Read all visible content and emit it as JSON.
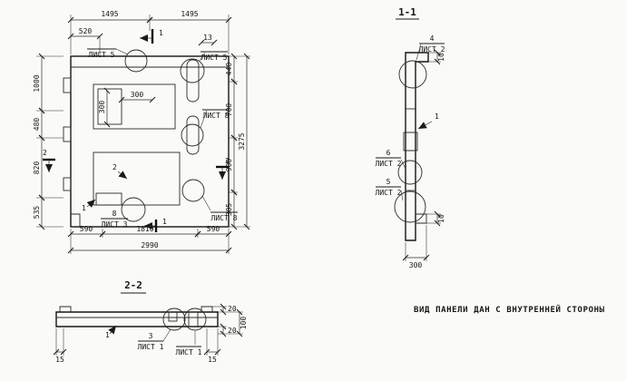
{
  "note": "ВИД ПАНЕЛИ ДАН С ВНУТРЕННЕЙ СТОРОНЫ",
  "plan": {
    "dim_1495_left": "1495",
    "dim_1495_right": "1495",
    "dim_520": "520",
    "dim_13": "13",
    "dim_440": "440",
    "dim_700": "700",
    "dim_900": "900",
    "dim_305": "305",
    "dim_3275": "3275",
    "dim_1000": "1000",
    "dim_480": "480",
    "dim_820": "820",
    "dim_535": "535",
    "dim_300_v": "300",
    "dim_300_h": "300",
    "dim_590_left": "590",
    "dim_1810": "1810",
    "dim_590_right": "590",
    "dim_2990": "2990",
    "marker_1_top": "1",
    "marker_1_bottom": "1",
    "marker_2_left": "2",
    "marker_2_right": "2",
    "leader_1": "1",
    "leader_2": "2",
    "callouts": {
      "top_left": {
        "num": "",
        "sheet": "ЛИСТ 5"
      },
      "top_right": {
        "num": "",
        "sheet": "ЛИСТ 5"
      },
      "mid_right": {
        "num": "",
        "sheet": "ЛИСТ 8"
      },
      "bottom_center": {
        "num": "8",
        "sheet": "ЛИСТ 3"
      },
      "bottom_right": {
        "num": "",
        "sheet": "ЛИСТ 8"
      }
    }
  },
  "section_1_1": {
    "title": "1-1",
    "callout_4": {
      "num": "4",
      "sheet": "ЛИСТ 2"
    },
    "callout_6": {
      "num": "6",
      "sheet": "ЛИСТ 2"
    },
    "callout_5": {
      "num": "5",
      "sheet": "ЛИСТ 2"
    },
    "leader_1": "1",
    "dim_10_top": "10",
    "dim_10_bottom": "10",
    "dim_300": "300"
  },
  "section_2_2": {
    "title": "2-2",
    "leader_1": "1",
    "callout_3": {
      "num": "3",
      "sheet": "ЛИСТ 1"
    },
    "callout_b": {
      "num": "",
      "sheet": "ЛИСТ 1"
    },
    "dim_15_left": "15",
    "dim_15_right": "15",
    "dim_20_top": "20",
    "dim_20_bottom": "20",
    "dim_100": "100"
  }
}
